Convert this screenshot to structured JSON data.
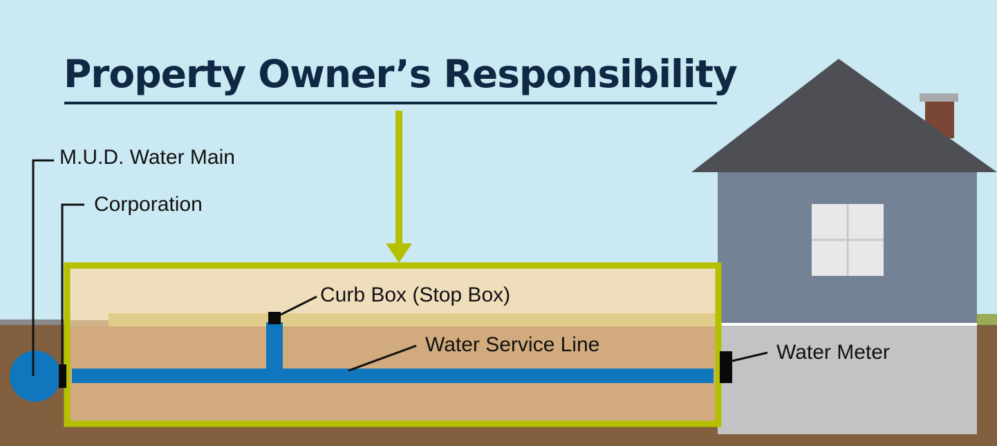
{
  "title": "Property Owner’s Responsibility",
  "labels": {
    "water_main": "M.U.D. Water Main",
    "corporation": "Corporation",
    "curb_box": "Curb Box (Stop Box)",
    "service_line": "Water Service Line",
    "water_meter": "Water Meter"
  },
  "colors": {
    "sky": "#cbe9f3",
    "title": "#0f2843",
    "highlight": "#b4c000",
    "pipe": "#1076be",
    "soil": "#82603f",
    "trench_soil": "#d1aa7d",
    "topsoil": "#efdebc",
    "house_wall": "#738295",
    "roof": "#4e4f55",
    "foundation": "#c3c3c5"
  }
}
